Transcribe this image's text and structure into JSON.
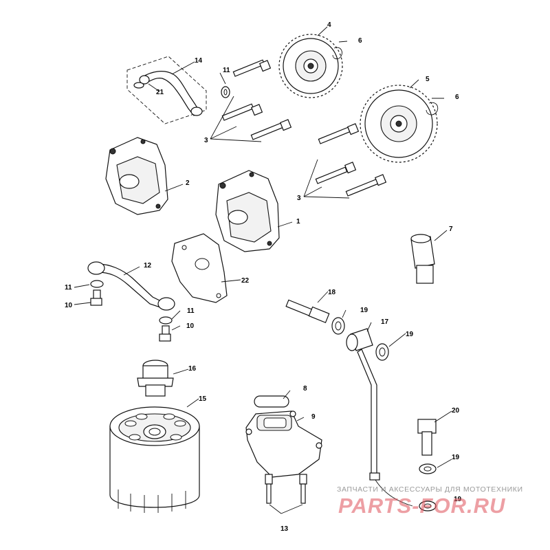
{
  "diagram": {
    "callouts": {
      "c1": "1",
      "c2": "2",
      "c3a": "3",
      "c3b": "3",
      "c4": "4",
      "c5": "5",
      "c6a": "6",
      "c6b": "6",
      "c7": "7",
      "c8": "8",
      "c9": "9",
      "c10a": "10",
      "c10b": "10",
      "c11a": "11",
      "c11b": "11",
      "c11c": "11",
      "c12": "12",
      "c13": "13",
      "c14": "14",
      "c15": "15",
      "c16": "16",
      "c17": "17",
      "c18": "18",
      "c19a": "19",
      "c19b": "19",
      "c19c": "19",
      "c19d": "19",
      "c20": "20",
      "c21": "21",
      "c22": "22"
    }
  },
  "watermark": {
    "tagline": "ЗАПЧАСТИ И АКСЕССУАРЫ ДЛЯ МОТОТЕХНИКИ",
    "logo": "PARTS-FOR.RU",
    "logo_color": "#e0525a"
  }
}
